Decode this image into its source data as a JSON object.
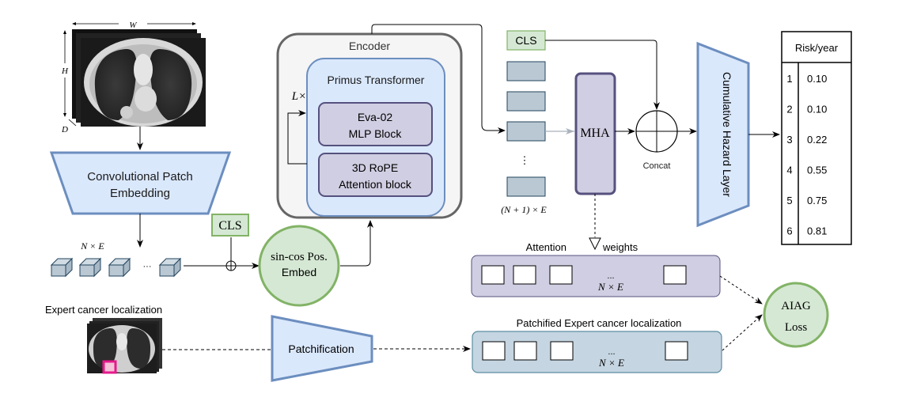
{
  "input": {
    "dim_w": "W",
    "dim_h": "H",
    "dim_d": "D"
  },
  "patch_embedding": {
    "line1": "Convolutional Patch",
    "line2": "Embedding"
  },
  "tokens": {
    "label": "N × E",
    "ellipsis": "···"
  },
  "cls_left": "CLS",
  "pos_embed": {
    "line1": "sin-cos Pos.",
    "line2": "Embed"
  },
  "encoder": {
    "title": "Encoder",
    "repeat": "L×",
    "transformer_title": "Primus Transformer",
    "mlp_line1": "Eva-02",
    "mlp_line2": "MLP Block",
    "attn_line1": "3D RoPE",
    "attn_line2": "Attention block"
  },
  "token_stack": {
    "cls": "CLS",
    "vdots": "⋮",
    "label": "(N + 1) × E"
  },
  "mha": "MHA",
  "concat": "Concat",
  "hazard": "Cumulative Hazard Layer",
  "risk_table": {
    "header": "Risk/year",
    "rows": [
      {
        "year": "1",
        "risk": "0.10"
      },
      {
        "year": "2",
        "risk": "0.10"
      },
      {
        "year": "3",
        "risk": "0.22"
      },
      {
        "year": "4",
        "risk": "0.55"
      },
      {
        "year": "5",
        "risk": "0.75"
      },
      {
        "year": "6",
        "risk": "0.81"
      }
    ]
  },
  "attention_weights": {
    "title": "Attention weights",
    "ellipsis": "...",
    "label": "N × E"
  },
  "expert": {
    "title": "Expert cancer localization"
  },
  "patchification": "Patchification",
  "patchified": {
    "title": "Patchified Expert cancer localization",
    "ellipsis": "...",
    "label": "N × E"
  },
  "loss": {
    "line1": "AIAG",
    "line2": "Loss"
  }
}
